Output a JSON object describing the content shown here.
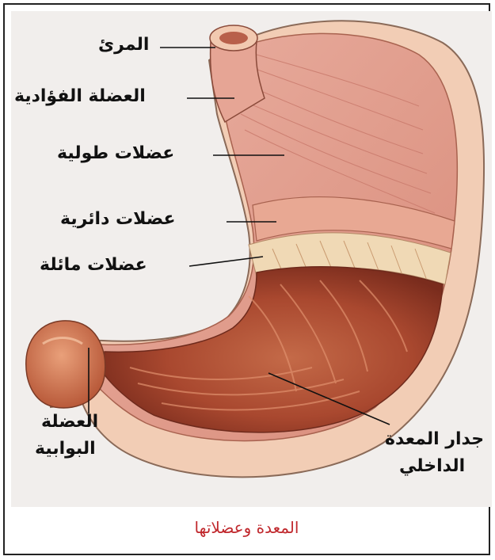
{
  "labels": {
    "esophagus": "المرئ",
    "cardiac_muscle": "العضلة الفؤادية",
    "longitudinal_muscles": "عضلات طولية",
    "circular_muscles": "عضلات دائرية",
    "oblique_muscles": "عضلات مائلة",
    "pyloric_line1": "العضلة",
    "pyloric_line2": "البوابية",
    "inner_wall_line1": "جدار المعدة",
    "inner_wall_line2": "الداخلي"
  },
  "caption": "المعدة وعضلاتها",
  "colors": {
    "caption": "#c0282d",
    "muscle": "#e29d8e",
    "outer_wall": "#f2cdb5",
    "interior": "#b2563a"
  }
}
